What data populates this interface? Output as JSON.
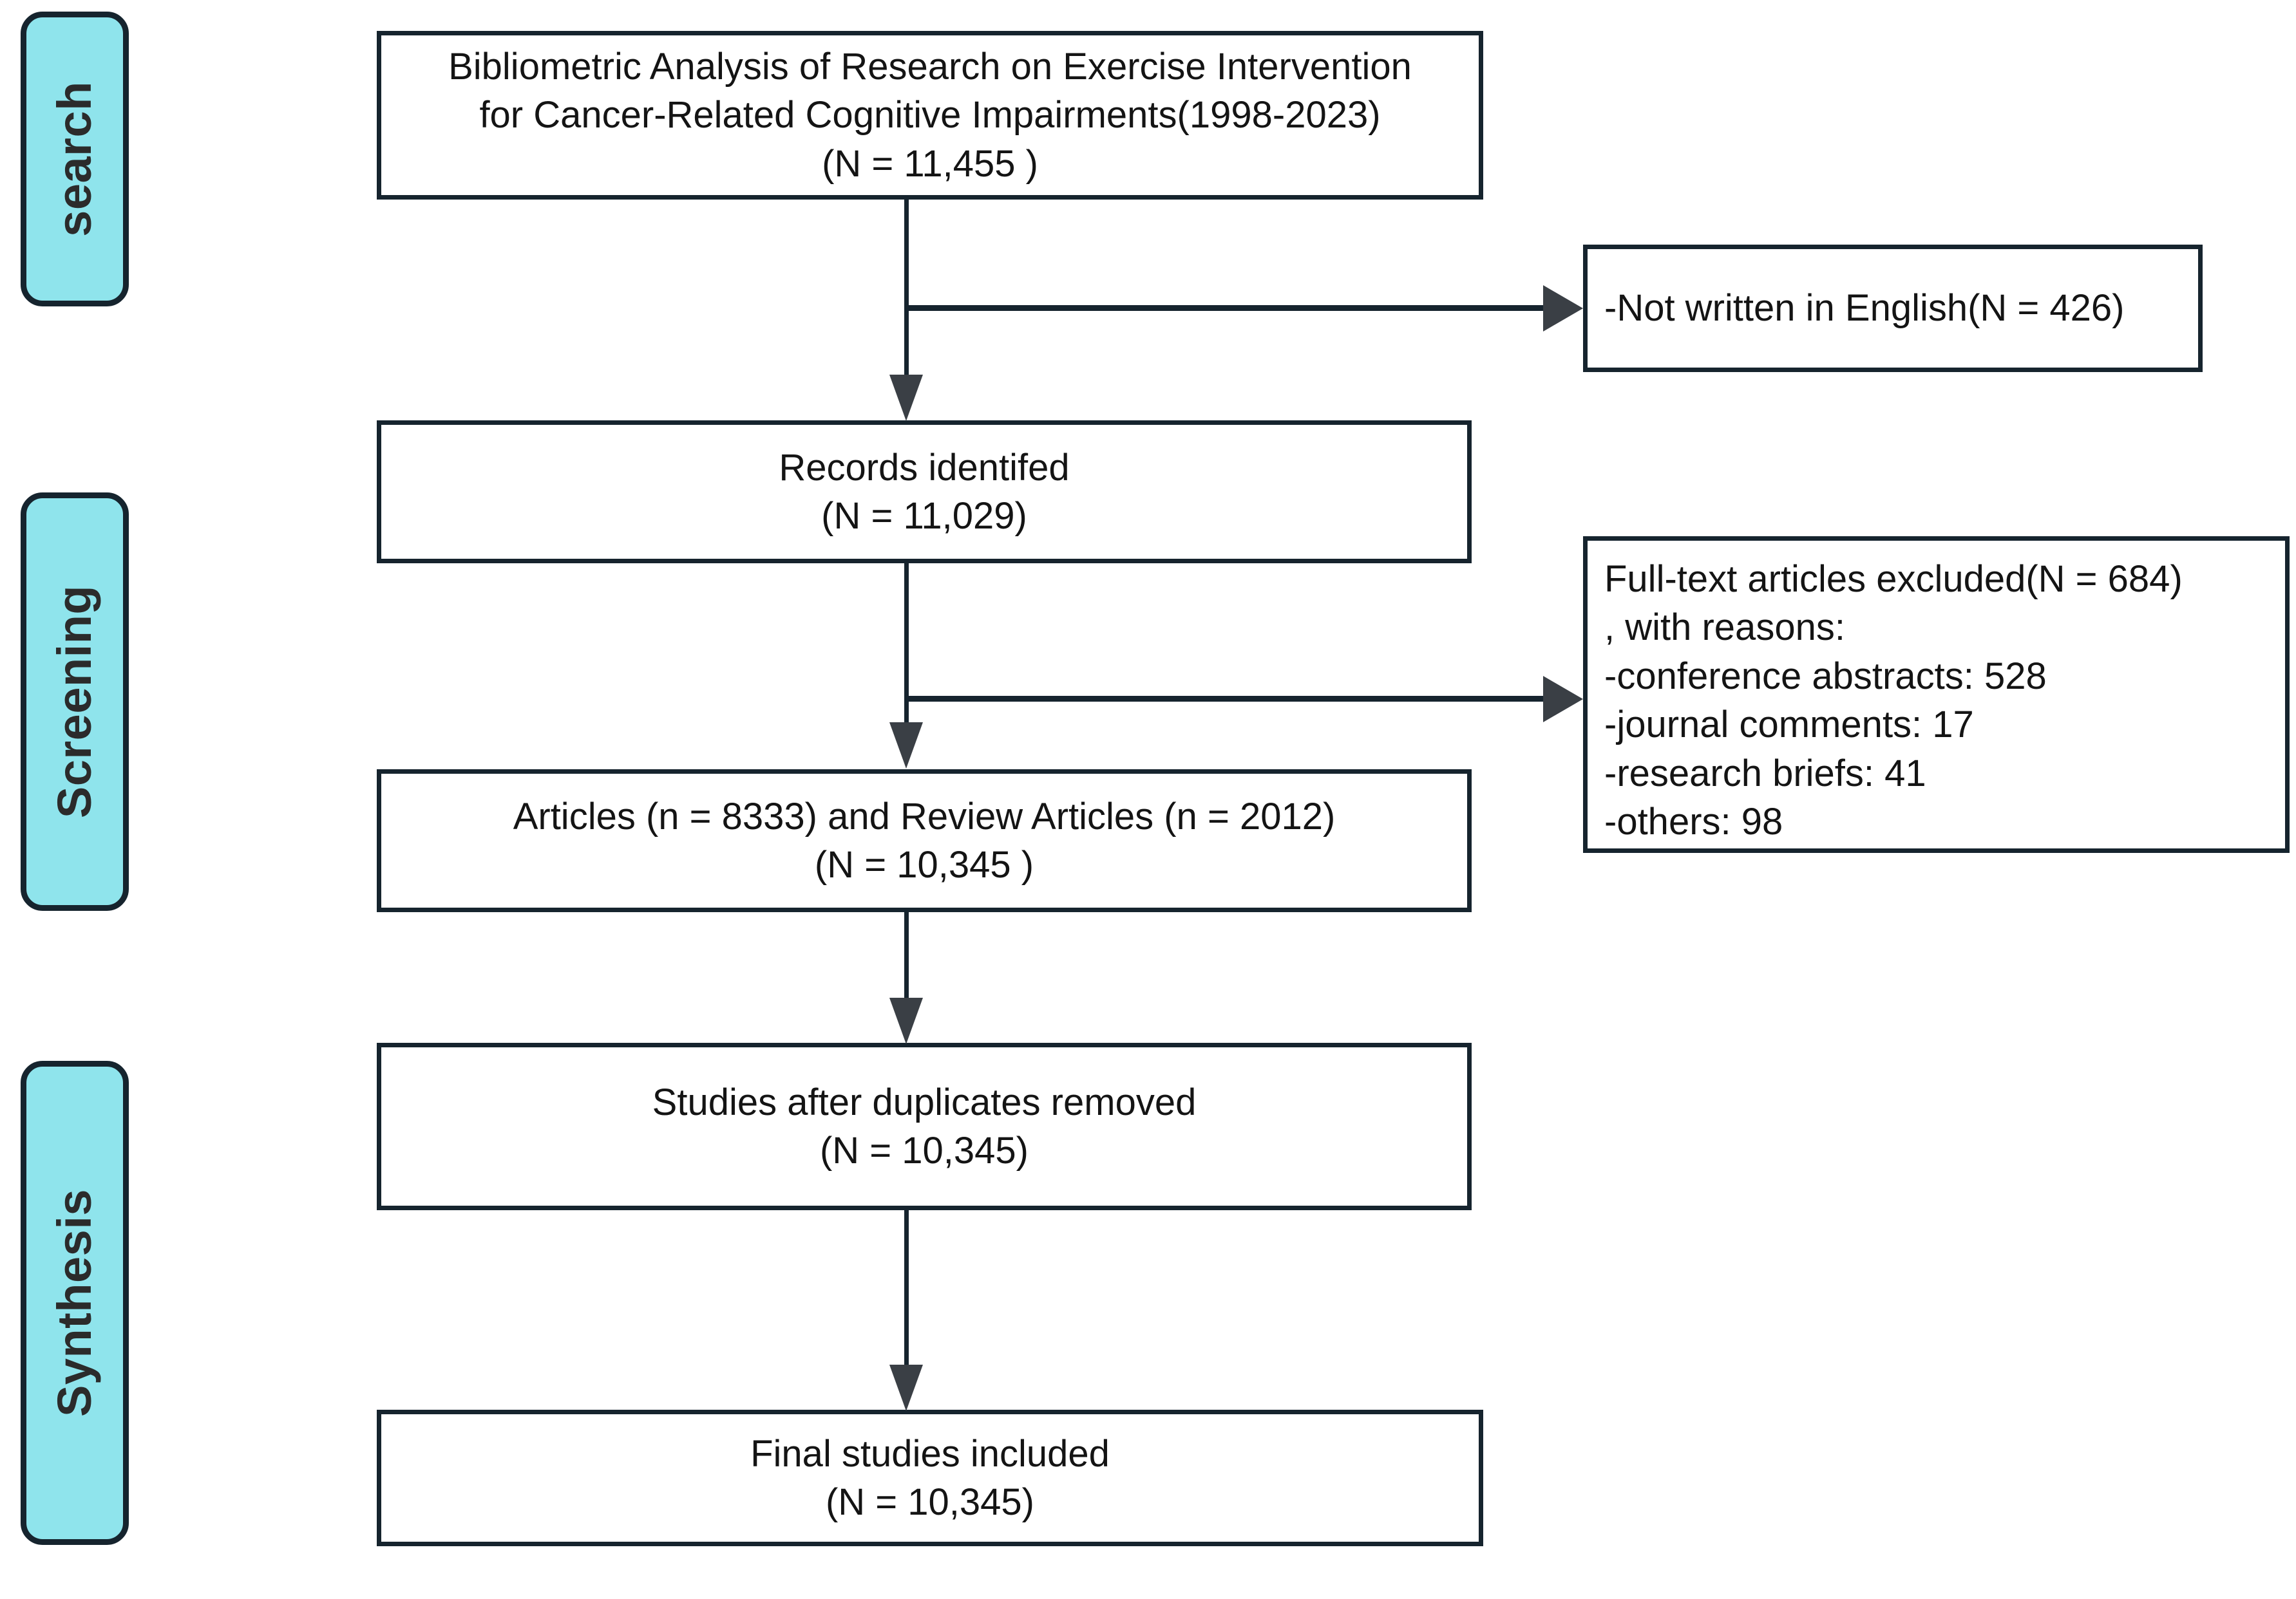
{
  "diagram": {
    "title": "PRISMA flow diagram",
    "colors": {
      "tab_fill": "#8FE4EC",
      "border": "#16242e",
      "arrow": "#3a3f45",
      "box_fill": "#ffffff",
      "text": "#141414"
    }
  },
  "phases": [
    {
      "id": "search",
      "label": "search"
    },
    {
      "id": "screening",
      "label": "Screening"
    },
    {
      "id": "synthesis",
      "label": "Synthesis"
    }
  ],
  "boxes": {
    "title_box": {
      "text": "Bibliometric Analysis of Research on Exercise Intervention\nfor Cancer-Related Cognitive Impairments(1998-2023)\n(N = 11,455 )"
    },
    "not_english": {
      "text": "-Not written in English(N = 426)"
    },
    "records_identified": {
      "text": "Records identifed\n(N = 11,029)"
    },
    "full_text_excluded": {
      "text": "Full-text articles excluded(N = 684)\n, with reasons:\n-conference abstracts: 528\n-journal comments: 17\n-research briefs: 41\n-others: 98"
    },
    "articles_and_reviews": {
      "text": "Articles   (n = 8333) and Review Articles (n = 2012)\n(N = 10,345 )"
    },
    "duplicates_removed": {
      "text": "Studies after duplicates removed\n(N = 10,345)"
    },
    "final_included": {
      "text": "Final studies included\n(N = 10,345)"
    }
  },
  "counts": {
    "initial_records": "11,455",
    "not_written_in_english": "426",
    "records_identified": "11,029",
    "full_text_excluded_total": "684",
    "conference_abstracts": "528",
    "journal_comments": "17",
    "research_briefs": "41",
    "others": "98",
    "articles": "8333",
    "review_articles": "2012",
    "articles_and_reviews_total": "10,345",
    "after_duplicates_removed": "10,345",
    "final_studies_included": "10,345"
  }
}
